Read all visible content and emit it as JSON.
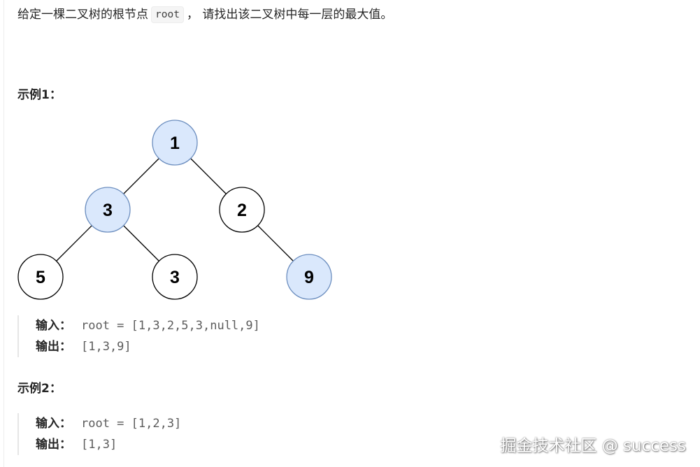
{
  "description": {
    "before": "给定一棵二叉树的根节点",
    "code": "root",
    "after": "，  请找出该二叉树中每一层的最大值。"
  },
  "examples": [
    {
      "title": "示例1：",
      "input_label": "输入：",
      "input_value": "root = [1,3,2,5,3,null,9]",
      "output_label": "输出：",
      "output_value": "[1,3,9]"
    },
    {
      "title": "示例2：",
      "input_label": "输入：",
      "input_value": "root = [1,2,3]",
      "output_label": "输出：",
      "output_value": "[1,3]"
    }
  ],
  "tree": {
    "nodes": [
      {
        "id": "n1",
        "value": "1",
        "highlighted": true
      },
      {
        "id": "n3a",
        "value": "3",
        "highlighted": true
      },
      {
        "id": "n2",
        "value": "2",
        "highlighted": false
      },
      {
        "id": "n5",
        "value": "5",
        "highlighted": false
      },
      {
        "id": "n3b",
        "value": "3",
        "highlighted": false
      },
      {
        "id": "n9",
        "value": "9",
        "highlighted": true
      }
    ],
    "edges": [
      [
        "n1",
        "n3a"
      ],
      [
        "n1",
        "n2"
      ],
      [
        "n3a",
        "n5"
      ],
      [
        "n3a",
        "n3b"
      ],
      [
        "n2",
        "n9"
      ]
    ],
    "colors": {
      "highlight_fill": "#dae8fc",
      "highlight_stroke": "#6c8ebf",
      "normal_fill": "#ffffff",
      "normal_stroke": "#000000"
    }
  },
  "watermark": "掘金技术社区 @ success"
}
